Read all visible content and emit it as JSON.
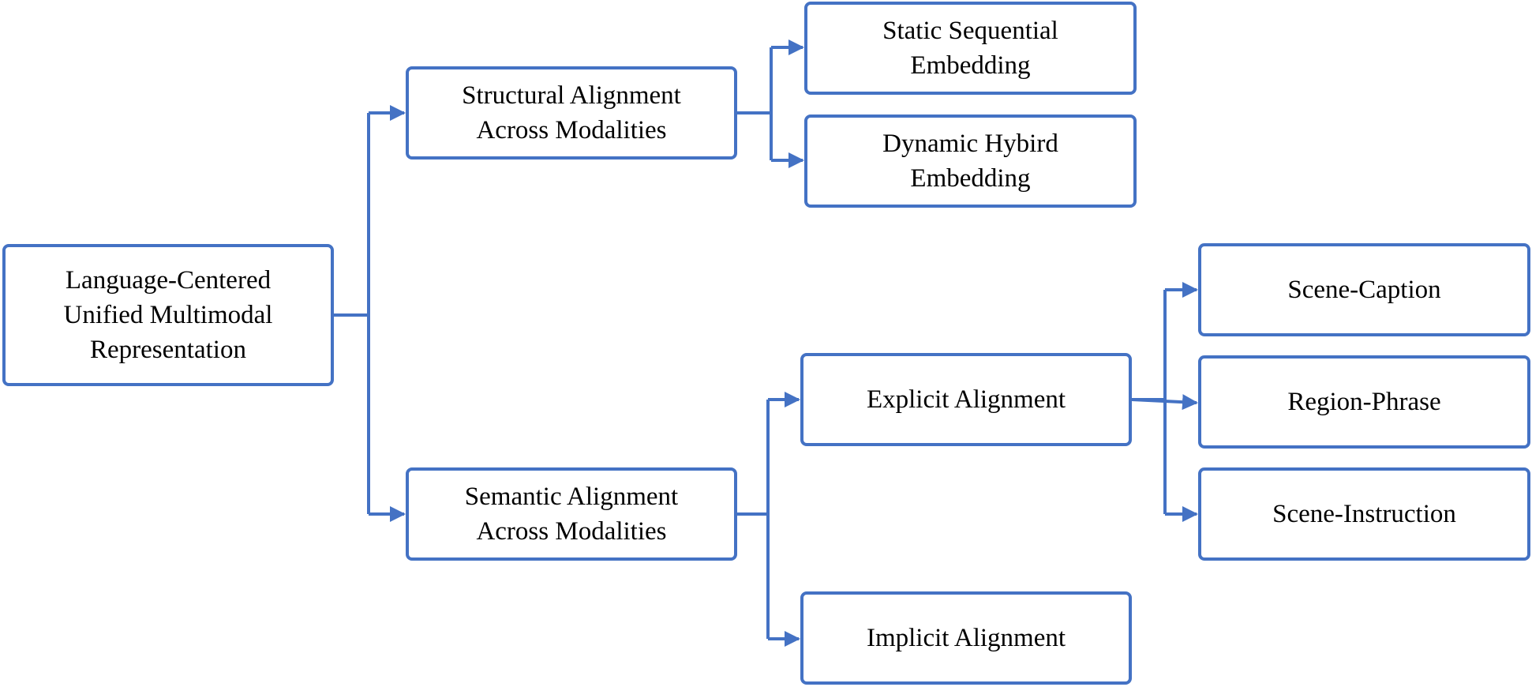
{
  "diagram": {
    "nodes": {
      "root": {
        "label": "Language-Centered\nUnified Multimodal\nRepresentation"
      },
      "structural": {
        "label": "Structural Alignment\nAcross Modalities"
      },
      "semantic": {
        "label": "Semantic Alignment\nAcross Modalities"
      },
      "static": {
        "label": "Static Sequential\nEmbedding"
      },
      "dynamic": {
        "label": "Dynamic Hybird\nEmbedding"
      },
      "explicit": {
        "label": "Explicit Alignment"
      },
      "implicit": {
        "label": "Implicit Alignment"
      },
      "scene_caption": {
        "label": "Scene-Caption"
      },
      "region_phrase": {
        "label": "Region-Phrase"
      },
      "scene_instruction": {
        "label": "Scene-Instruction"
      }
    },
    "edges": [
      {
        "from": "root",
        "to": "structural"
      },
      {
        "from": "root",
        "to": "semantic"
      },
      {
        "from": "structural",
        "to": "static"
      },
      {
        "from": "structural",
        "to": "dynamic"
      },
      {
        "from": "semantic",
        "to": "explicit"
      },
      {
        "from": "semantic",
        "to": "implicit"
      },
      {
        "from": "explicit",
        "to": "scene_caption"
      },
      {
        "from": "explicit",
        "to": "region_phrase"
      },
      {
        "from": "explicit",
        "to": "scene_instruction"
      }
    ],
    "colors": {
      "border": "#4472c4",
      "connector": "#4472c4",
      "text": "#000000",
      "background": "#ffffff"
    }
  }
}
